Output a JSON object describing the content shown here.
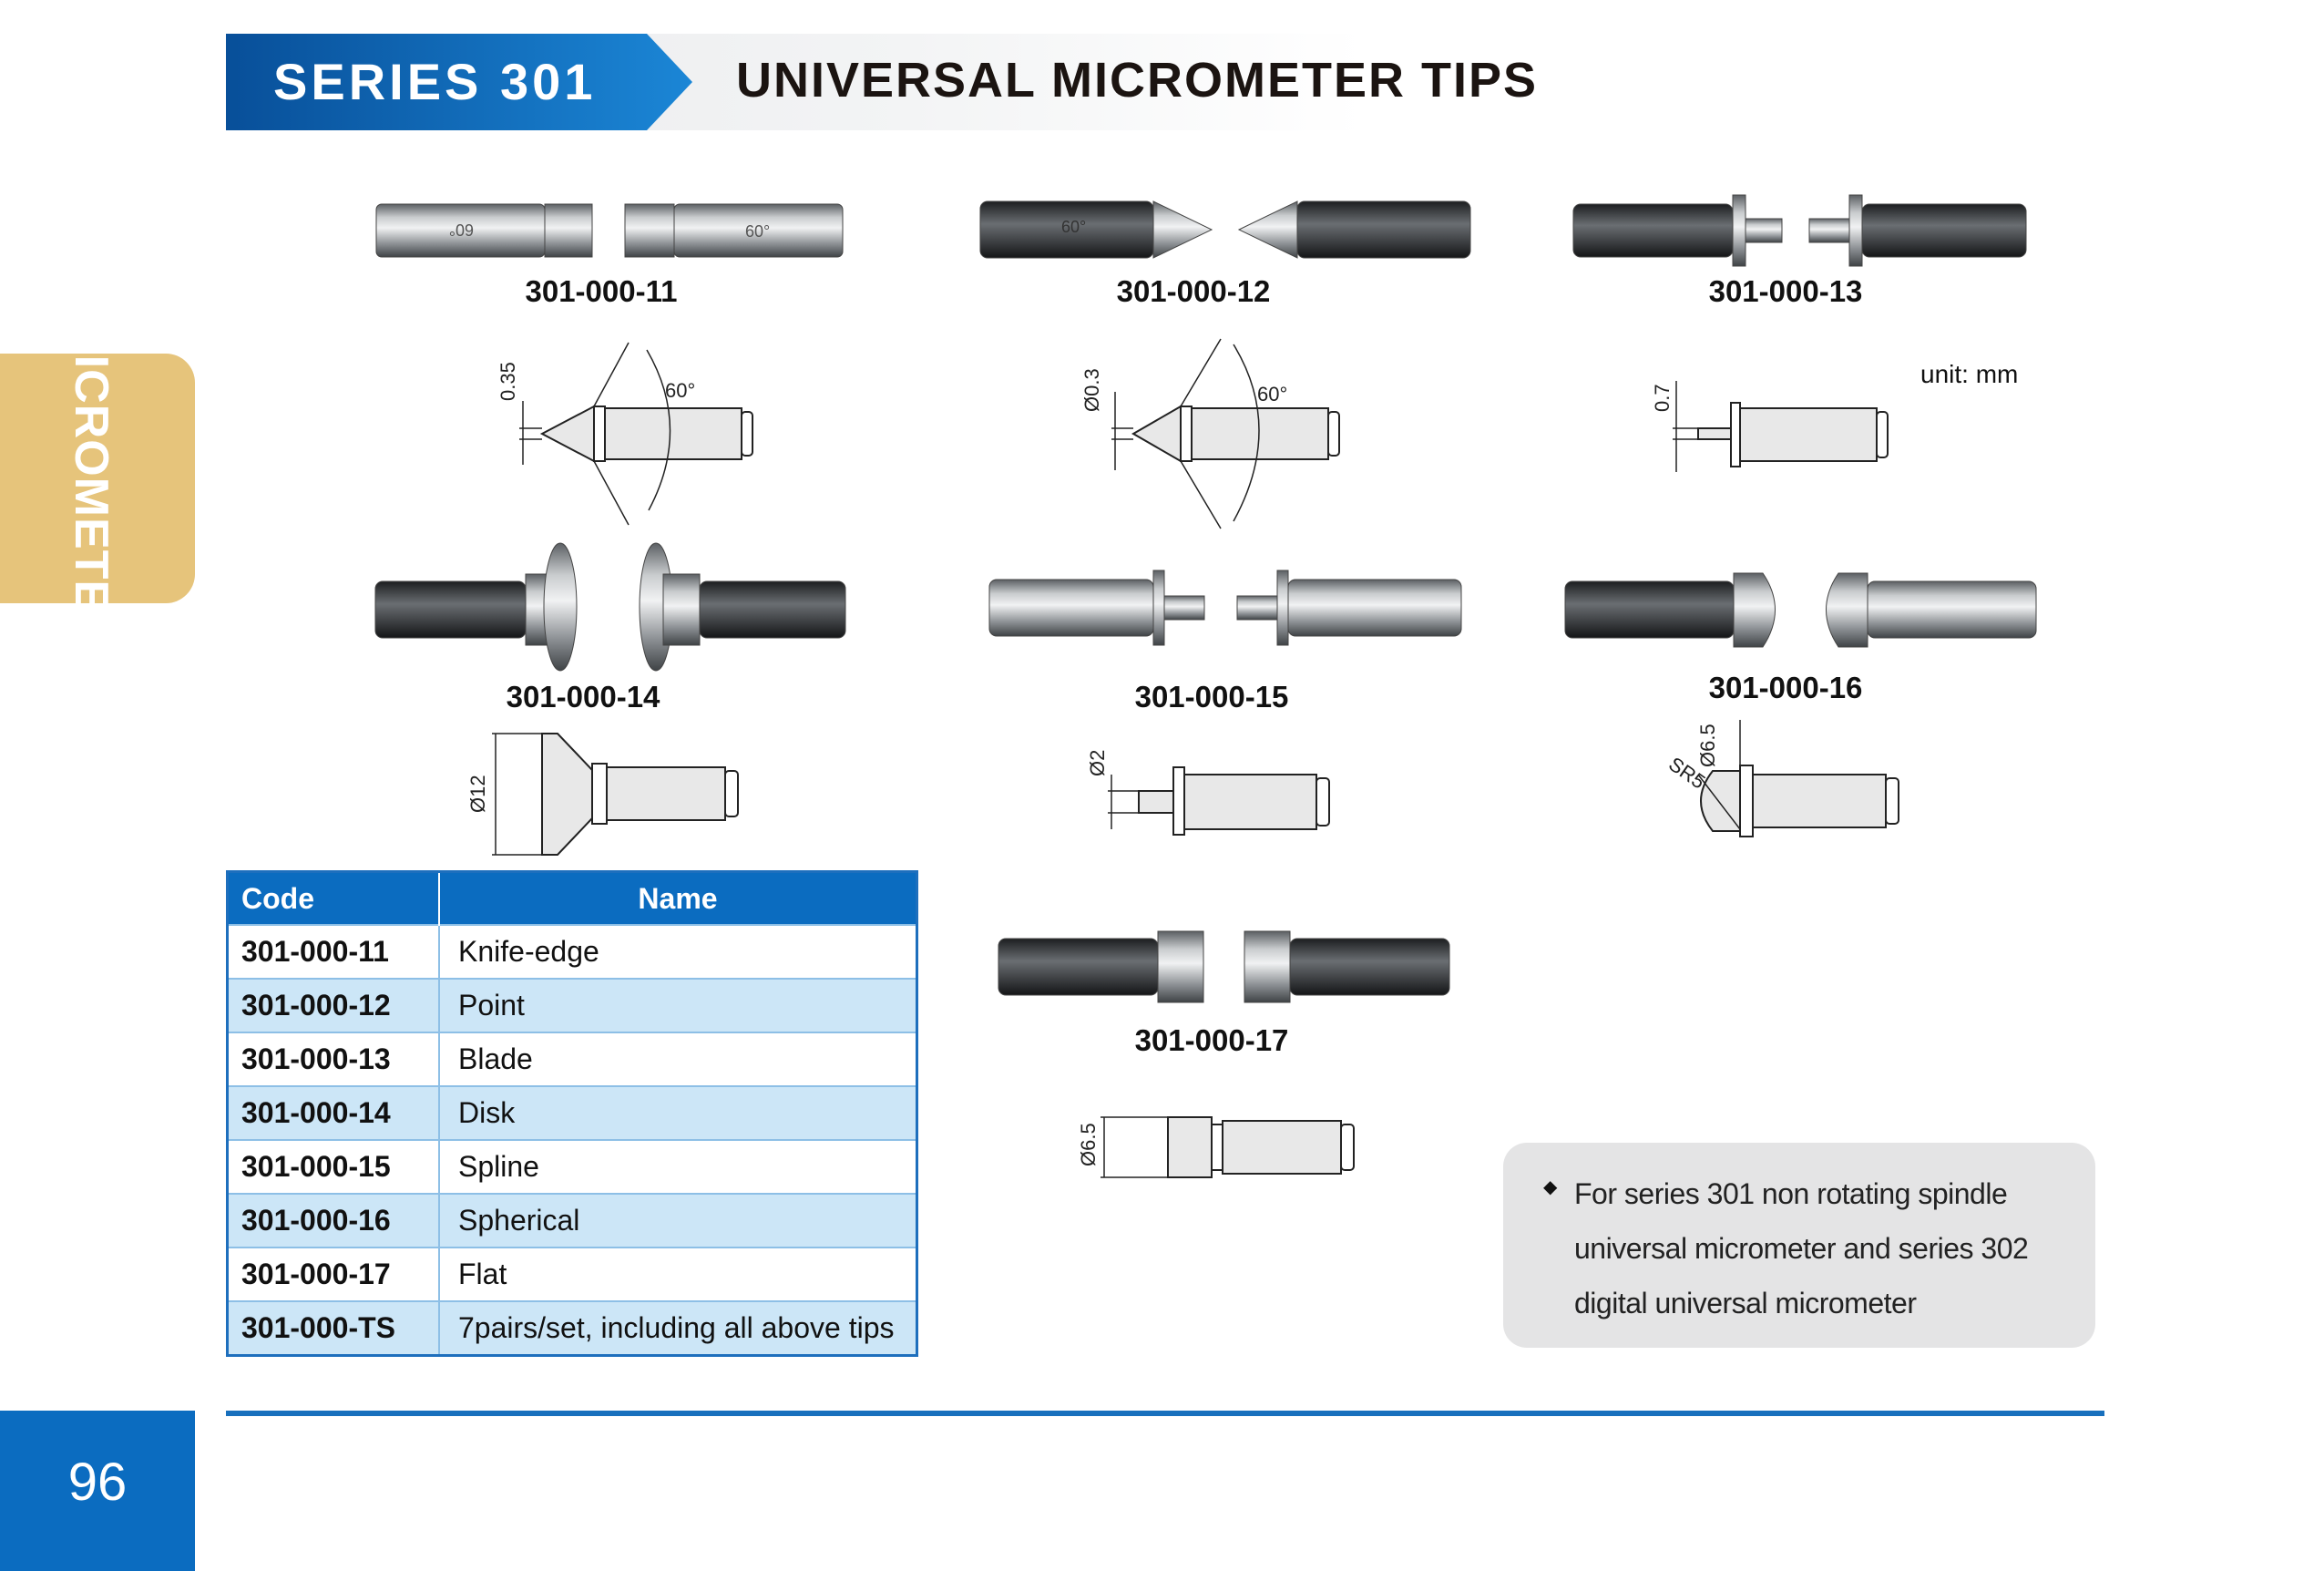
{
  "header": {
    "series": "SERIES 301",
    "title": "UNIVERSAL MICROMETER TIPS"
  },
  "side_tab": {
    "label": "MICROMETER"
  },
  "page_number": "96",
  "unit_label": "unit: mm",
  "products": [
    {
      "code": "301-000-11",
      "photo_marks": [
        "60°",
        "60°"
      ],
      "drawing_labels": [
        "0.35",
        "60°"
      ]
    },
    {
      "code": "301-000-12",
      "photo_marks": [
        "60°"
      ],
      "drawing_labels": [
        "Ø0.3",
        "60°"
      ]
    },
    {
      "code": "301-000-13",
      "drawing_labels": [
        "0.7"
      ]
    },
    {
      "code": "301-000-14",
      "drawing_labels": [
        "Ø12"
      ]
    },
    {
      "code": "301-000-15",
      "drawing_labels": [
        "Ø2"
      ]
    },
    {
      "code": "301-000-16",
      "drawing_labels": [
        "SR5",
        "Ø6.5"
      ]
    },
    {
      "code": "301-000-17",
      "drawing_labels": [
        "Ø6.5"
      ]
    }
  ],
  "table": {
    "headers": [
      "Code",
      "Name"
    ],
    "rows": [
      {
        "code": "301-000-11",
        "name": "Knife-edge"
      },
      {
        "code": "301-000-12",
        "name": "Point"
      },
      {
        "code": "301-000-13",
        "name": "Blade"
      },
      {
        "code": "301-000-14",
        "name": "Disk"
      },
      {
        "code": "301-000-15",
        "name": "Spline"
      },
      {
        "code": "301-000-16",
        "name": "Spherical"
      },
      {
        "code": "301-000-17",
        "name": "Flat"
      },
      {
        "code": "301-000-TS",
        "name": "7pairs/set, including all above tips"
      }
    ]
  },
  "note": {
    "lines": [
      "For series 301 non rotating spindle",
      "universal micrometer and series 302",
      "digital universal micrometer"
    ]
  },
  "colors": {
    "brand_blue": "#0b6cc0",
    "side_tab_gold": "#e6c47b",
    "row_alt": "#cce6f7",
    "note_bg": "#e4e4e5"
  },
  "icons": {
    "bullet": "diamond-bullet-icon"
  }
}
